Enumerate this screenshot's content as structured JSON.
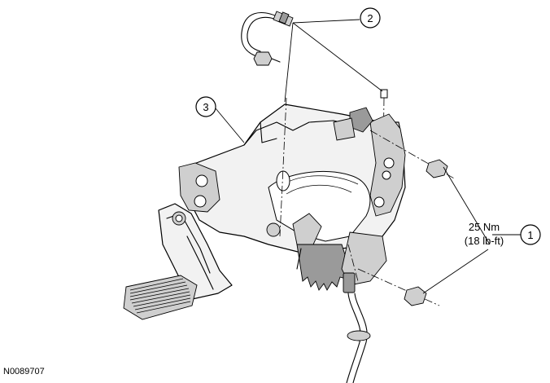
{
  "callouts": [
    {
      "id": "callout-1",
      "label": "1"
    },
    {
      "id": "callout-2",
      "label": "2"
    },
    {
      "id": "callout-3",
      "label": "3"
    }
  ],
  "torque_spec": {
    "metric": "25 Nm",
    "imperial": "(18 lb-ft)"
  },
  "figure_reference": "N0089707"
}
